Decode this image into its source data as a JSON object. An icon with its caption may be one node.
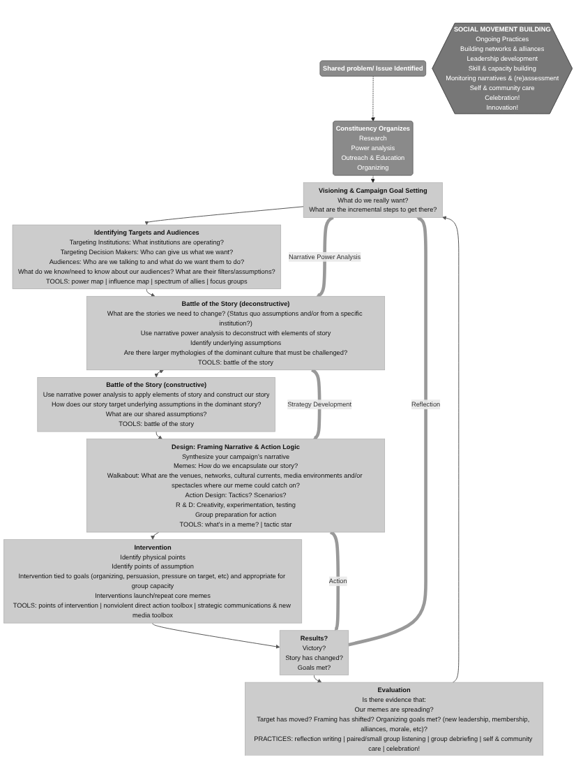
{
  "diagram": {
    "nodes": [
      {
        "text": [
          "Shared problem/ Issue Identified"
        ]
      },
      {
        "text": [
          "Constituency Organizes",
          "Research",
          "Power analysis",
          "Outreach & Education",
          "Organizing"
        ]
      },
      {
        "text": [
          "Visioning & Campaign Goal Setting",
          "What do we really want?",
          "What are the incremental steps to get there?"
        ]
      },
      {
        "text": [
          "Identifying Targets and Audiences",
          "Targeting Institutions: What institutions are operating?",
          "Targeting Decision Makers: Who can give us what we want?",
          "Audiences: Who are we talking to and what do we want them to do?",
          "What do we know/need to know about our audiences? What are their filters/assumptions?",
          "TOOLS: power map | influence map | spectrum of allies | focus groups"
        ]
      },
      {
        "text": [
          "Battle of the Story (deconstructive)",
          "What are the stories we need to change? (Status quo assumptions and/or from a specific institution?)",
          "Use narrative power analysis to deconstruct with elements of story",
          "Identify underlying assumptions",
          "Are there larger mythologies of the dominant culture that must be challenged?",
          "TOOLS: battle of the story"
        ]
      },
      {
        "text": [
          "Battle of the Story (constructive)",
          "Use narrative power analysis to apply elements of story and construct our story",
          "How does our story target underlying assumptions in the dominant story?",
          "What are our shared assumptions?",
          "TOOLS: battle of the story"
        ]
      },
      {
        "text": [
          "Design: Framing Narrative & Action Logic",
          "Synthesize your campaign's narrative",
          "Memes: How do we encapsulate our story?",
          "Walkabout: What are the venues, networks, cultural currents, media environments and/or spectacles where our meme could catch on?",
          "Action Design: Tactics? Scenarios?",
          "R & D: Creativity, experimentation, testing",
          "Group preparation for action",
          "TOOLS: what's in a meme? | tactic star"
        ]
      },
      {
        "text": [
          "Intervention",
          "Identify physical points",
          "Identify points of assumption",
          "Intervention tied to goals (organizing, persuasion, pressure on target, etc) and appropriate for group capacity",
          "Interventions launch/repeat core memes",
          "TOOLS: points of intervention | nonviolent direct action toolbox | strategic communications & new media toolbox"
        ]
      },
      {
        "text": [
          "Results?",
          "Victory?",
          "Story has changed?",
          "Goals met?"
        ]
      },
      {
        "text": [
          "Evaluation",
          "Is there evidence that:",
          "Our memes are spreading?",
          "Target has moved? Framing has shifted? Organizing goals met? (new leadership, membership, alliances, morale, etc)?",
          "PRACTICES: reflection writing | paired/small group listening | group debriefing | self & community care | celebration!"
        ]
      },
      {
        "text": [
          "SOCIAL MOVEMENT BUILDING",
          "Ongoing Practices",
          "Building networks & alliances",
          "Leadership development",
          "Skill & capacity building",
          "Monitoring narratives & (re)assessment",
          "Self & community care",
          "Celebration!",
          "Innovation!"
        ]
      }
    ],
    "edges": [
      {
        "from": 0,
        "to": 1,
        "arrow": "to",
        "style": "dashed",
        "color": "#222222"
      },
      {
        "from": 1,
        "to": 2,
        "arrow": "to",
        "style": "dashed",
        "color": "#222222"
      },
      {
        "from": 2,
        "to": 3,
        "arrow": "to"
      },
      {
        "from": 3,
        "to": 4,
        "arrow": "to"
      },
      {
        "from": 4,
        "to": 5,
        "arrow": "both"
      },
      {
        "from": 5,
        "to": 6,
        "arrow": "to"
      },
      {
        "from": 6,
        "to": 7,
        "arrow": "to"
      },
      {
        "from": 7,
        "to": 8,
        "arrow": "to"
      },
      {
        "from": 8,
        "to": 9,
        "arrow": "to"
      },
      {
        "from": 9,
        "to": 2,
        "arrow": "to"
      },
      {
        "from": 2,
        "to": 4,
        "arrow": "to",
        "label": "Narrative Power Analysis",
        "style": "thick",
        "color": "#999999"
      },
      {
        "from": 4,
        "to": 6,
        "arrow": "to",
        "label": "Strategy Development",
        "style": "thick",
        "color": "#999999"
      },
      {
        "from": 6,
        "to": 8,
        "arrow": "to",
        "label": "Action",
        "style": "thick",
        "color": "#999999"
      },
      {
        "from": 8,
        "to": 2,
        "arrow": "to",
        "label": "Reflection",
        "style": "thick",
        "color": "#999999"
      }
    ]
  }
}
